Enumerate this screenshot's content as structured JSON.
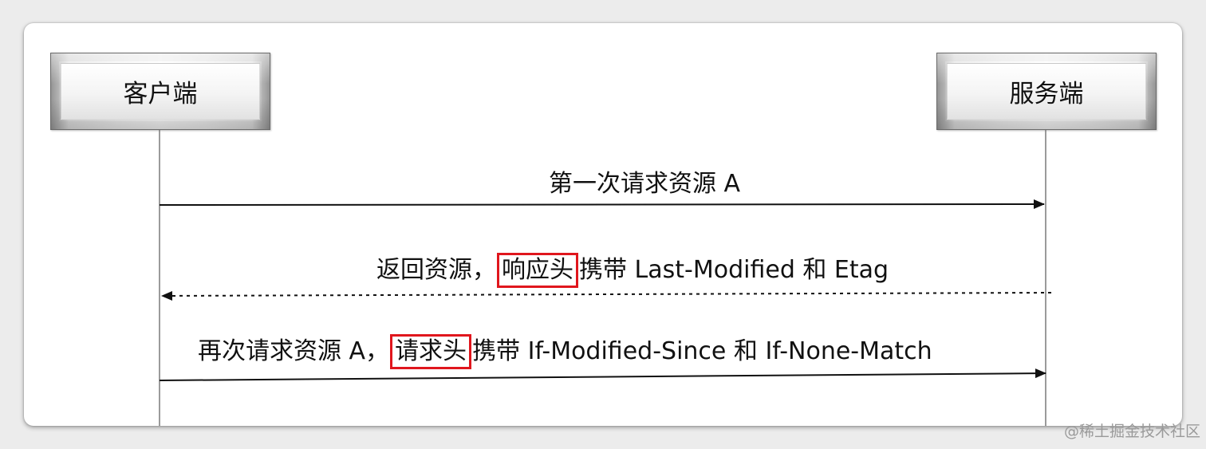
{
  "actors": {
    "client": "客户端",
    "server": "服务端"
  },
  "messages": [
    {
      "text_before": "第一次请求资源 A",
      "highlight": "",
      "text_after": ""
    },
    {
      "text_before": "返回资源，",
      "highlight": "响应头",
      "text_after": "携带 Last-Modified 和 Etag"
    },
    {
      "text_before": "再次请求资源 A，",
      "highlight": "请求头",
      "text_after": "携带 If-Modified-Since 和  If-None-Match"
    }
  ],
  "watermark": "@稀土掘金技术社区",
  "colors": {
    "highlight_border": "#e0161d",
    "line": "#111111"
  }
}
